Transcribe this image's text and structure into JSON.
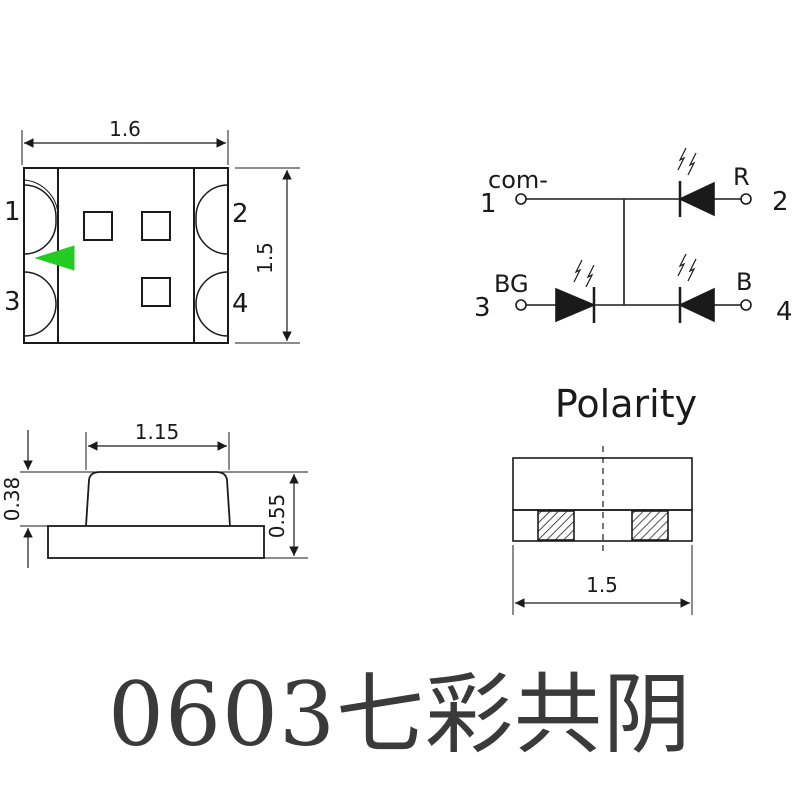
{
  "top_view": {
    "width_dim": "1.6",
    "height_dim": "1.5",
    "pins": [
      "1",
      "2",
      "3",
      "4"
    ],
    "marker_color": "#22cc22"
  },
  "side_view": {
    "lens_width_dim": "1.15",
    "lens_height_dim": "0.38",
    "total_height_dim": "0.55"
  },
  "schematic": {
    "com_label": "com-",
    "r_label": "R",
    "bg_label": "BG",
    "b_label": "B",
    "pin1": "1",
    "pin2": "2",
    "pin3": "3",
    "pin4": "4"
  },
  "polarity": {
    "title": "Polarity",
    "width_dim": "1.5"
  },
  "caption": "0603七彩共阴",
  "colors": {
    "line": "#1a1a1a",
    "marker": "#22cc22"
  }
}
